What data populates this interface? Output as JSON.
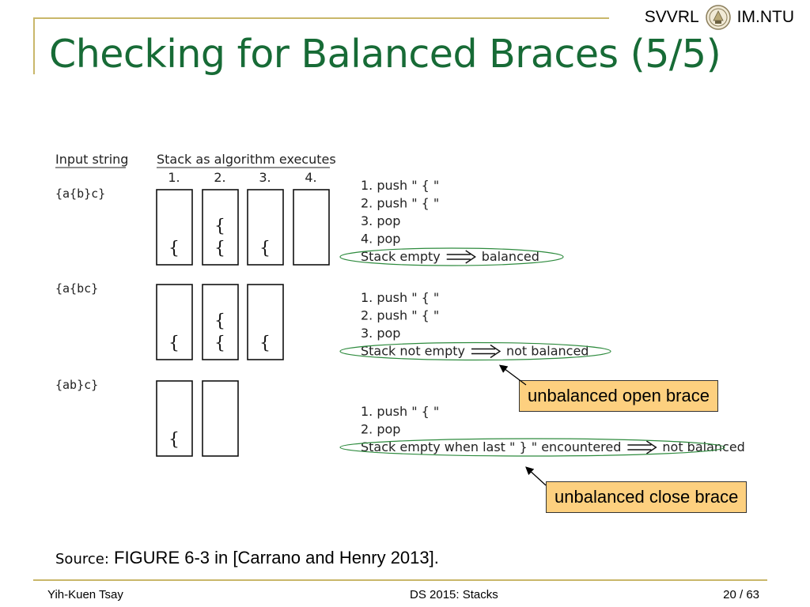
{
  "header": {
    "lab": "SVVRL",
    "org": "IM.NTU",
    "seal_icon": "university-seal-icon"
  },
  "title": "Checking for Balanced Braces (5/5)",
  "figure": {
    "col_input": "Input string",
    "col_stack": "Stack as algorithm executes",
    "step_labels": [
      "1.",
      "2.",
      "3.",
      "4."
    ],
    "examples": [
      {
        "input": "{a{b}c}",
        "stacks": [
          [
            "{"
          ],
          [
            "{",
            "{"
          ],
          [
            "{"
          ],
          []
        ],
        "steps": [
          "1. push \" { \"",
          "2. push \" { \"",
          "3. pop",
          "4. pop"
        ],
        "result_left": "Stack empty",
        "result_right": "balanced"
      },
      {
        "input": "{a{bc}",
        "stacks": [
          [
            "{"
          ],
          [
            "{",
            "{"
          ],
          [
            "{"
          ]
        ],
        "steps": [
          "1. push \" { \"",
          "2. push \" { \"",
          "3. pop"
        ],
        "result_left": "Stack not empty",
        "result_right": "not balanced"
      },
      {
        "input": "{ab}c}",
        "stacks": [
          [
            "{"
          ],
          []
        ],
        "steps": [
          "1. push \" { \"",
          "2. pop"
        ],
        "result_left": "Stack empty when last \" } \" encountered",
        "result_right": "not balanced"
      }
    ],
    "ellipse_color": "#2e8b3e"
  },
  "callouts": {
    "open": "unbalanced open brace",
    "close": "unbalanced close brace",
    "fill_color": "#fdd07f"
  },
  "source": {
    "label": "Source:",
    "text": " FIGURE 6-3 in [Carrano and Henry 2013]."
  },
  "footer": {
    "author": "Yih-Kuen Tsay",
    "course": "DS 2015: Stacks",
    "page": "20",
    "total": " / 63"
  }
}
